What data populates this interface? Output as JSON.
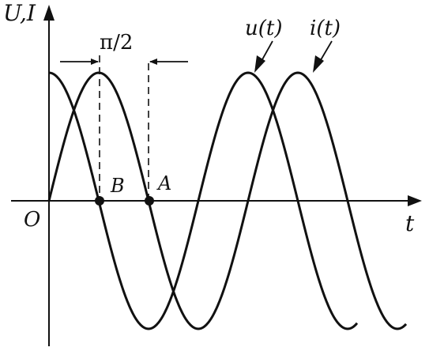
{
  "figure": {
    "y_axis_label": "U,I",
    "x_axis_label": "t",
    "origin_label": "O",
    "phase_label": "π/2",
    "curves": [
      {
        "name": "u(t)",
        "phase": "leading",
        "lead_rad": 1.5708
      },
      {
        "name": "i(t)",
        "phase": "lagging",
        "lead_rad": 0
      }
    ],
    "points": [
      {
        "label": "B"
      },
      {
        "label": "A"
      }
    ],
    "colors": {
      "stroke": "#111111",
      "background": "#ffffff"
    }
  }
}
